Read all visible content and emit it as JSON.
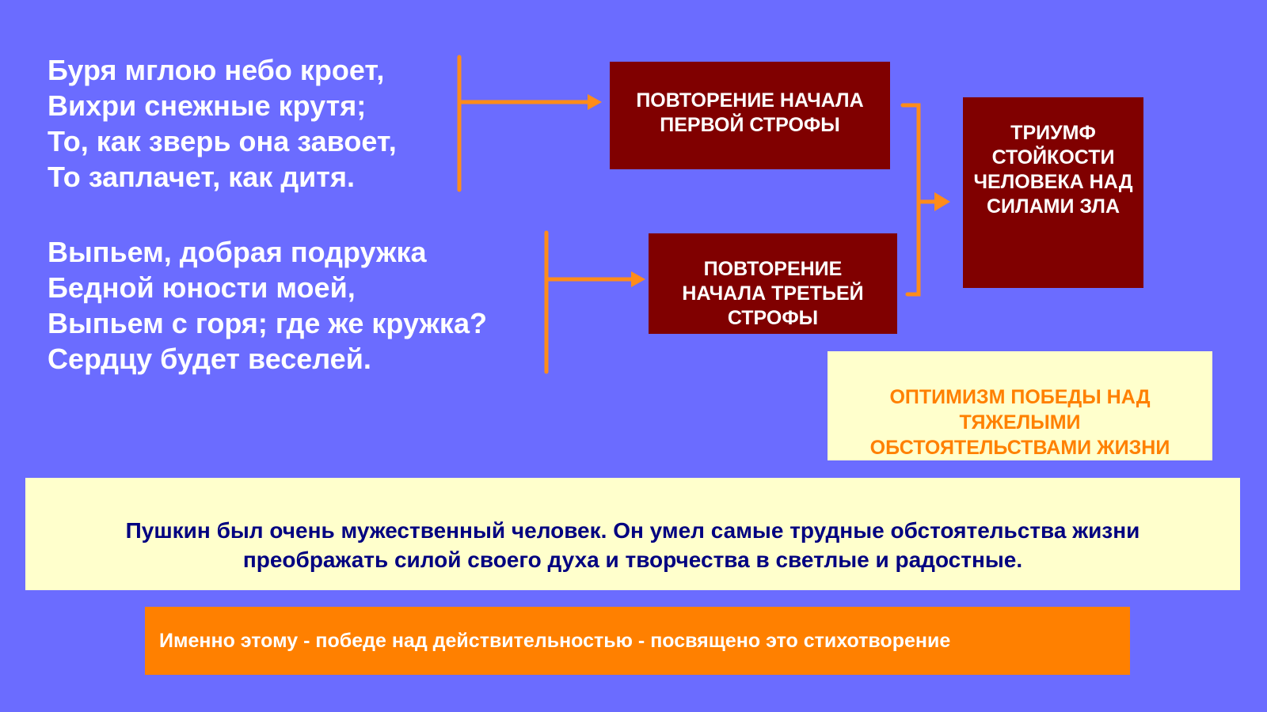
{
  "stanza1": [
    "Буря мглою небо кроет,",
    "Вихри снежные крутя;",
    "То, как зверь она завоет,",
    "То заплачет, как дитя."
  ],
  "stanza2": [
    "Выпьем, добрая подружка",
    "Бедной юности моей,",
    "Выпьем с горя; где же кружка?",
    "Сердцу будет веселей."
  ],
  "box1": [
    "ПОВТОРЕНИЕ НАЧАЛА",
    "ПЕРВОЙ СТРОФЫ"
  ],
  "box2": [
    "ПОВТОРЕНИЕ",
    "НАЧАЛА ТРЕТЬЕЙ",
    "СТРОФЫ"
  ],
  "box3": [
    "ТРИУМФ",
    "СТОЙКОСТИ",
    "ЧЕЛОВЕКА НАД",
    "СИЛАМИ ЗЛА"
  ],
  "optimism": [
    "ОПТИМИЗМ ПОБЕДЫ НАД",
    "ТЯЖЕЛЫМИ",
    "ОБСТОЯТЕЛЬСТВАМИ ЖИЗНИ"
  ],
  "summary": [
    "Пушкин был очень мужественный человек. Он умел самые трудные обстоятельства жизни",
    "преображать силой своего духа и творчества в светлые и радостные."
  ],
  "conclusion": "Именно этому - победе над действительностью - посвящено это стихотворение",
  "colors": {
    "background": "#6b6cff",
    "box": "#800000",
    "arrow": "#ff8000",
    "pale": "#ffffcc",
    "navy": "#000080"
  }
}
